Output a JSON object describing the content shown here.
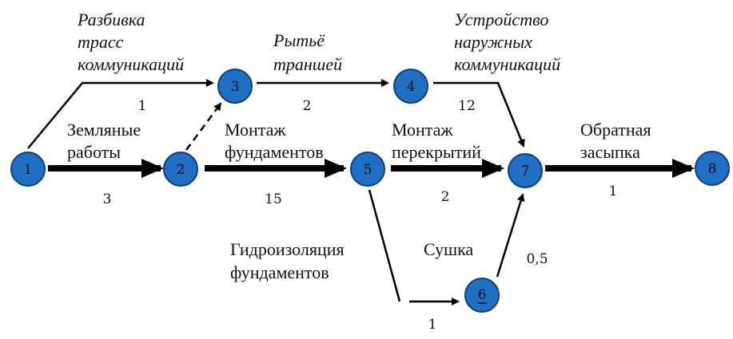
{
  "nodes": [
    {
      "id": "1",
      "label": "1"
    },
    {
      "id": "2",
      "label": "2"
    },
    {
      "id": "3",
      "label": "3"
    },
    {
      "id": "4",
      "label": "4"
    },
    {
      "id": "5",
      "label": "5"
    },
    {
      "id": "6",
      "label": "6"
    },
    {
      "id": "7",
      "label": "7"
    },
    {
      "id": "8",
      "label": "8"
    }
  ],
  "edges": {
    "e12": {
      "name_lines": [
        "Земляные",
        "работы"
      ],
      "duration": "3"
    },
    "e13": {
      "name_lines": [
        "Разбивка",
        "трасс",
        "коммуникаций"
      ],
      "duration": "1"
    },
    "e23": {
      "name_lines": [],
      "duration": ""
    },
    "e34": {
      "name_lines": [
        "Рытьё",
        "траншей"
      ],
      "duration": "2"
    },
    "e47": {
      "name_lines": [
        "Устройство",
        "наружных",
        "коммуникаций"
      ],
      "duration": "12"
    },
    "e25": {
      "name_lines": [
        "Монтаж",
        "фундаментов"
      ],
      "duration": "15"
    },
    "e57": {
      "name_lines": [
        "Монтаж",
        "перекрытий"
      ],
      "duration": "2"
    },
    "e56": {
      "name_lines": [
        "Гидроизоляция",
        "фундаментов"
      ],
      "duration": "1"
    },
    "e67": {
      "name_lines": [
        "Сушка"
      ],
      "duration": "0,5"
    },
    "e78": {
      "name_lines": [
        "Обратная",
        "засыпка"
      ],
      "duration": "1"
    }
  },
  "colors": {
    "node_fill": "#1f6fc5",
    "node_stroke": "#0d3f78",
    "edge": "#000000"
  }
}
